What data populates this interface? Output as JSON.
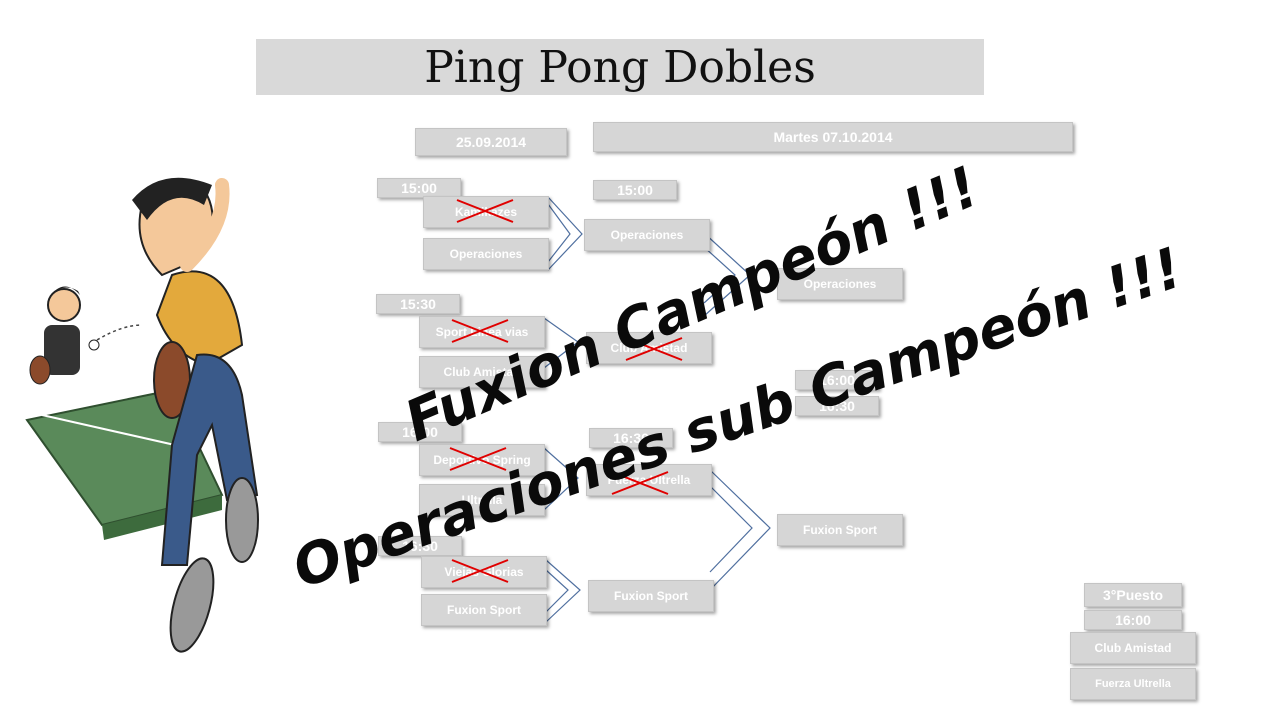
{
  "title": "Ping Pong Dobles",
  "dates": {
    "round1": "25.09.2014",
    "round2": "Martes 07.10.2014"
  },
  "times": {
    "m1": "15:00",
    "m2": "15:30",
    "m3": "16:00",
    "m4": "16:30",
    "r2a": "15:00",
    "r2b": "16:30",
    "third_time": "16:00"
  },
  "teams": {
    "m1a": "Kamikazes",
    "m1b": "Operaciones",
    "m2a": "Sport Linea vias",
    "m2b": "Club Amistad",
    "m3a": "Deportivo Spring",
    "m3b": "Ultrella",
    "m4a": "Viejas Glorias",
    "m4b": "Fuxion Sport",
    "r2a": "Operaciones",
    "r2b": "Club Amistad",
    "r2c": "Fuerza Ultrella",
    "r2d": "Fuxion Sport",
    "finalist_top": "Operaciones",
    "finalist_bottom": "Fuxion Sport"
  },
  "third_place": {
    "label": "3°Puesto",
    "team1": "Club Amistad",
    "team2": "Fuerza Ultrella"
  },
  "overlay": {
    "line1": "Fuxion Campeón !!!",
    "line2": "Operaciones sub Campeón !!!"
  },
  "colors": {
    "box": "#d6d6d6",
    "bracket": "#4f6f9f",
    "cross": "#e00000"
  }
}
